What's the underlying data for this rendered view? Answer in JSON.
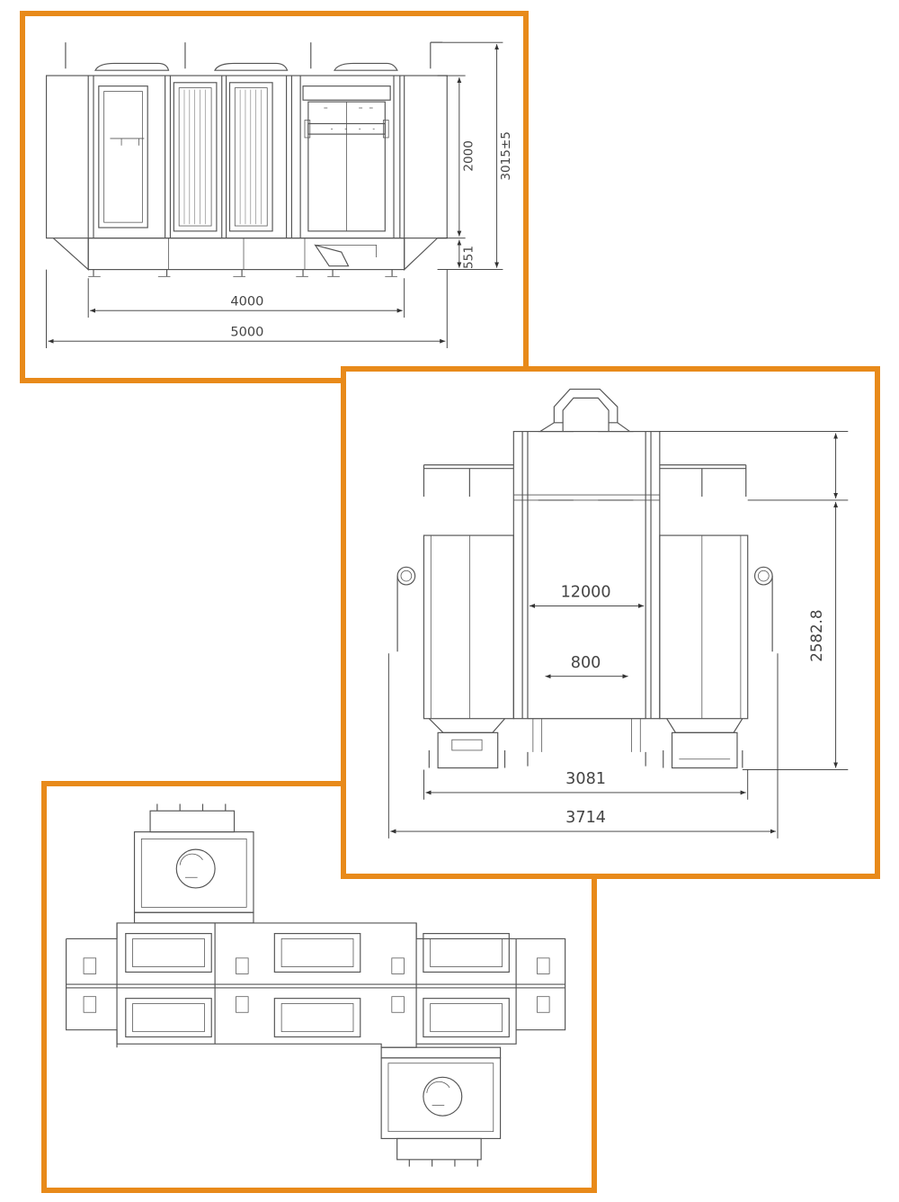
{
  "panels": [
    {
      "view": "front-elevation",
      "dimensions": {
        "inner_width": "4000",
        "outer_width": "5000",
        "upper_height": "2000",
        "lower_height": "551",
        "total_height": "3015±5"
      }
    },
    {
      "view": "side-elevation",
      "dimensions": {
        "interior_width": "12000",
        "opening_width": "800",
        "height": "2582.8",
        "base_width": "3081",
        "overall_width": "3714"
      }
    },
    {
      "view": "top-plan",
      "dimensions": {}
    }
  ],
  "colors": {
    "frame_border": "#e88a1a",
    "line": "#555555",
    "background": "#ffffff"
  }
}
